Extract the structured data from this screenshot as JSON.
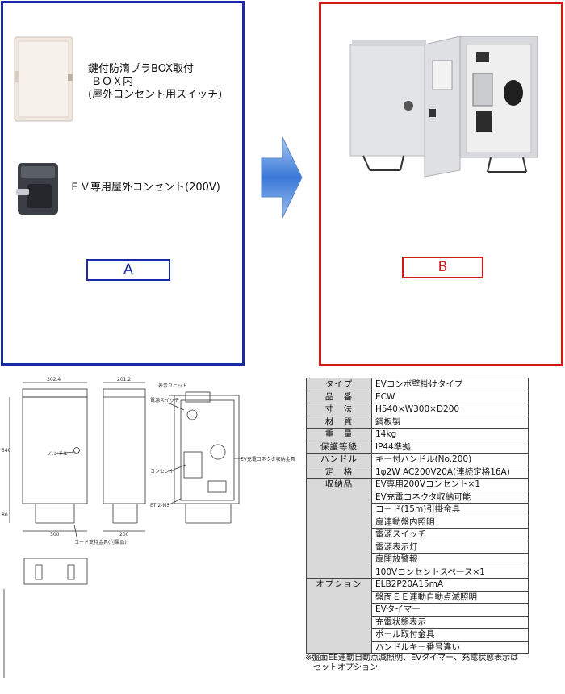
{
  "panel_a": {
    "products": {
      "plabox": {
        "lines": [
          "鍵付防滴プラBOX取付",
          "ＢＯＸ内",
          "(屋外コンセント用スイッチ)"
        ]
      },
      "ev_outlet": {
        "caption": "ＥＶ専用屋外コンセント(200V)"
      }
    },
    "label": "A"
  },
  "panel_b": {
    "label": "B"
  },
  "drawing": {
    "dims": {
      "front_width_top": "302.4",
      "side_width_top": "201.2",
      "height": "540",
      "leg_height": "80",
      "front_width_bottom": "300",
      "side_width_bottom": "200"
    },
    "labels": {
      "handle": "ハンドル",
      "display_unit": "表示ユニット",
      "power_switch": "電源スイッチ",
      "outlet": "コンセント",
      "ev_connector": "EV充電コネクタ収納金具",
      "et": "ET 2-M5",
      "cord_hook": "コード支持金具(付属品)"
    }
  },
  "spec_table": {
    "rows": [
      {
        "key": "タイプ",
        "values": [
          "EVコンボ壁掛けタイプ"
        ]
      },
      {
        "key": "品　番",
        "values": [
          "ECW"
        ]
      },
      {
        "key": "寸　法",
        "values": [
          "H540×W300×D200"
        ]
      },
      {
        "key": "材　質",
        "values": [
          "鋼板製"
        ]
      },
      {
        "key": "重　量",
        "values": [
          "14kg"
        ]
      },
      {
        "key": "保護等級",
        "values": [
          "IP44準拠"
        ]
      },
      {
        "key": "ハンドル",
        "values": [
          "キー付ハンドル(No.200)"
        ]
      },
      {
        "key": "定　格",
        "values": [
          "1φ2W AC200V20A(連続定格16A)"
        ]
      },
      {
        "key": "収納品",
        "values": [
          "EV専用200Vコンセント×1",
          "EV充電コネクタ収納可能",
          "コード(15m)引掛金具",
          "扉連動盤内照明",
          "電源スイッチ",
          "電源表示灯",
          "扉開放警報",
          "100Vコンセントスペース×1"
        ]
      },
      {
        "key": "オプション",
        "values": [
          "ELB2P20A15mA",
          "盤面ＥＥ連動自動点滅照明",
          "EVタイマー",
          "充電状態表示",
          "ポール取付金具",
          "ハンドルキー番号違い"
        ]
      }
    ],
    "footnote": [
      "※盤面EE連動自動点滅照明、EVタイマー、充電状態表示は",
      "セットオプション"
    ]
  },
  "colors": {
    "panel_a_border": "#1a2aa8",
    "panel_b_border": "#d01818",
    "table_key_bg": "#d9d9d9",
    "arrow": "#3a78d8"
  }
}
